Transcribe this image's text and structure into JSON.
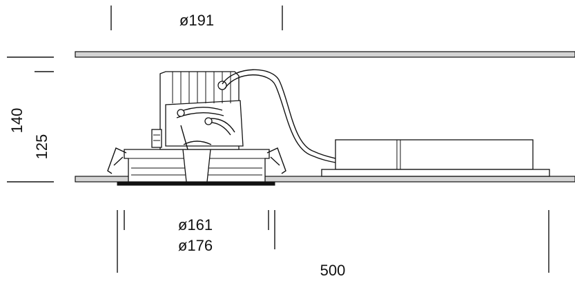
{
  "dimensions": {
    "top_diameter": "ø191",
    "height_outer": "140",
    "height_inner": "125",
    "bottom_diameter_inner": "ø161",
    "bottom_diameter_outer": "ø176",
    "total_length": "500"
  }
}
